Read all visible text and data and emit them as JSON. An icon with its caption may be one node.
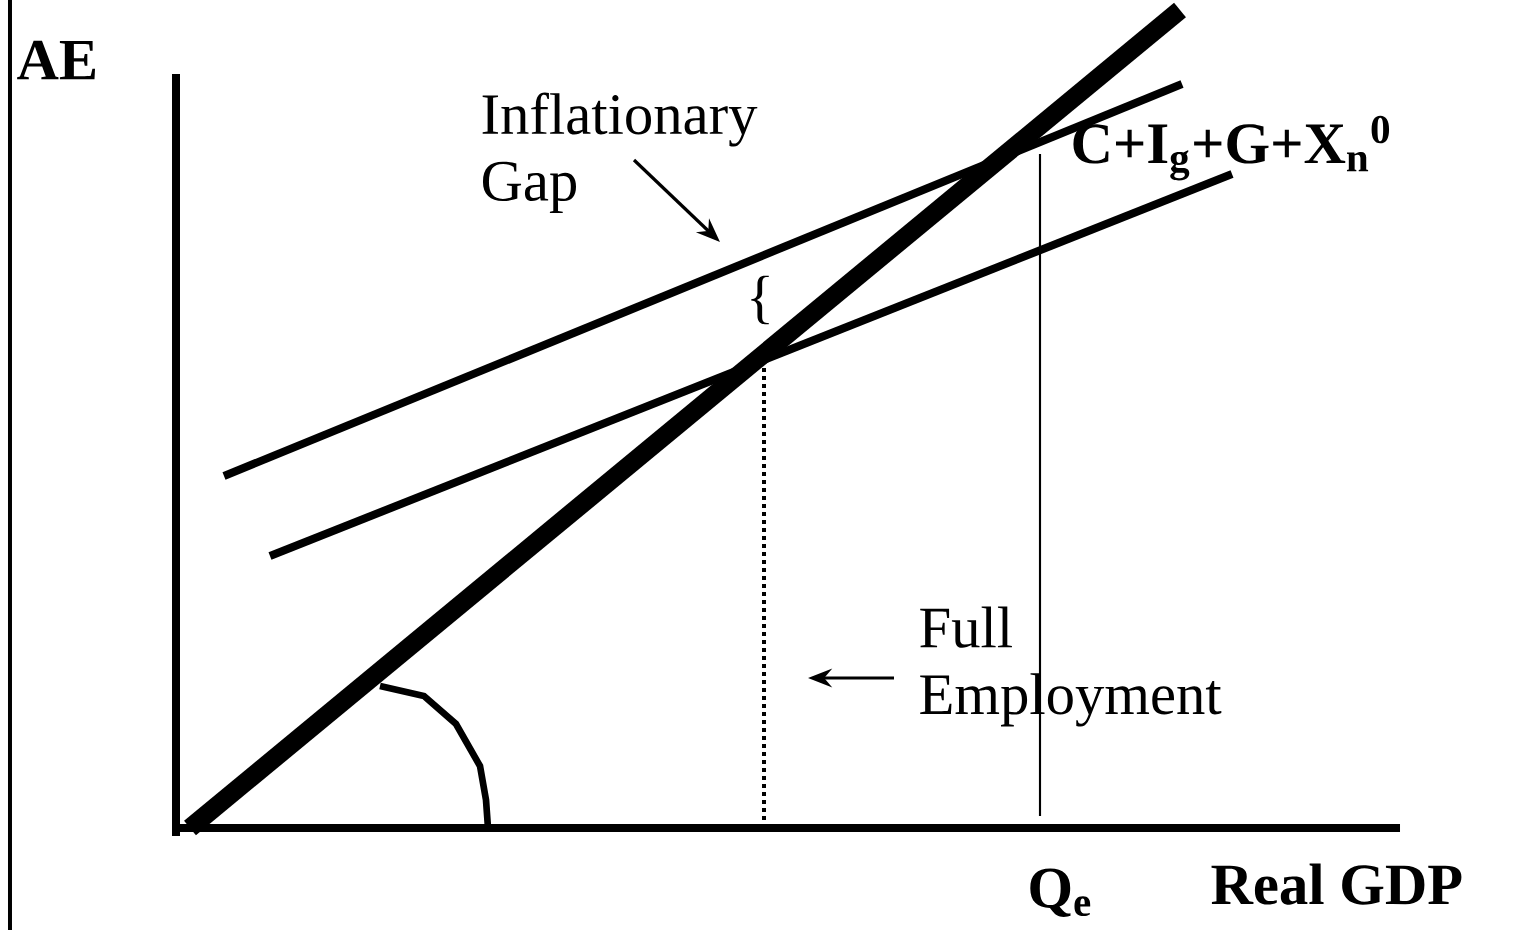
{
  "diagram": {
    "nodes": [
      {
        "text": [
          "Inflationary Gap"
        ]
      },
      {
        "text": [
          "Full Employment"
        ]
      }
    ],
    "edges": [
      {
        "from": 0,
        "to": null,
        "arrow": "to"
      },
      {
        "from": 1,
        "to": null,
        "arrow": "to"
      }
    ],
    "labels": [
      "AE",
      "{",
      "C+I$_{g}$+G+X$_{n}$$^{0}$",
      "Q$_{e}$",
      "Real GDP"
    ]
  }
}
